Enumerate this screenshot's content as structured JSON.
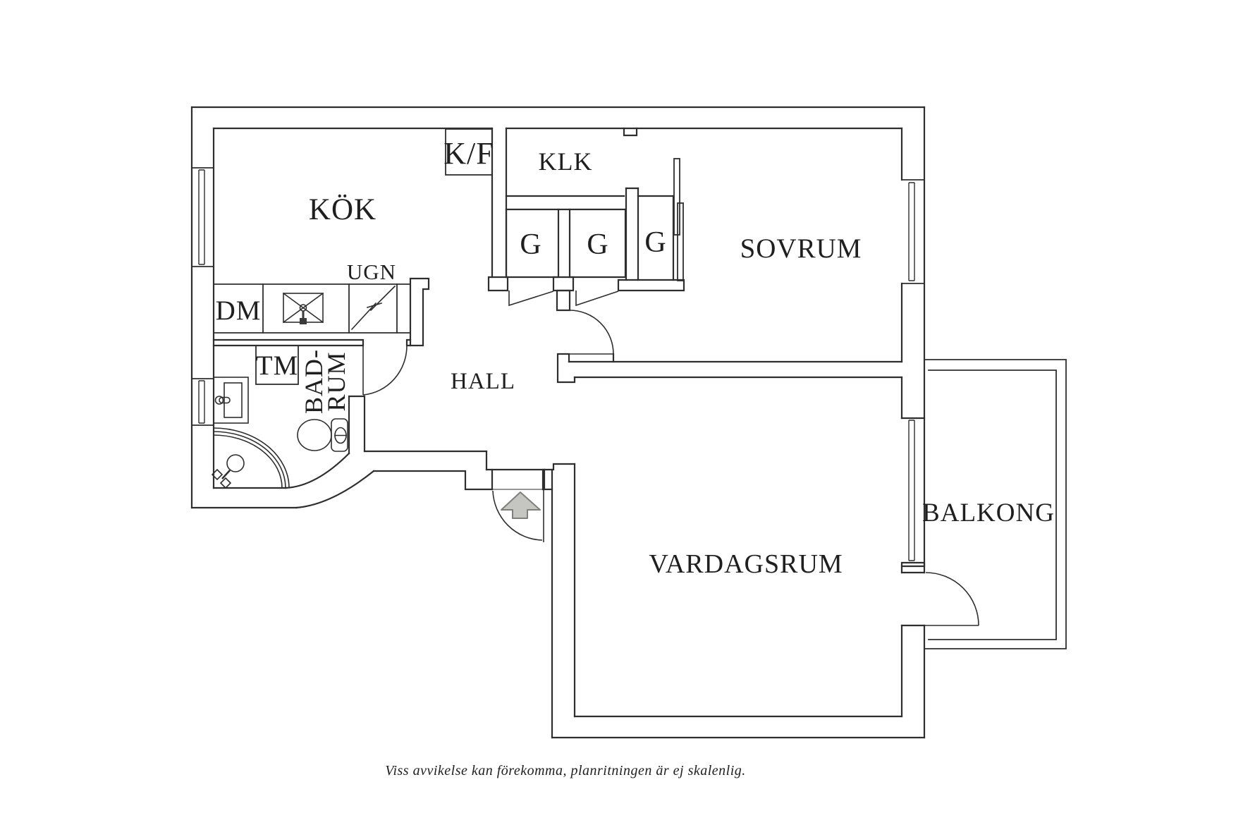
{
  "plan": {
    "labels": {
      "kitchen": "KÖK",
      "fridge_freezer": "K/F",
      "closet": "KLK",
      "wardrobe_1": "G",
      "wardrobe_2": "G",
      "wardrobe_3": "G",
      "bedroom": "SOVRUM",
      "oven": "UGN",
      "dishwasher": "DM",
      "washing_machine": "TM",
      "bathroom_line1": "BAD-",
      "bathroom_line2": "RUM",
      "hall": "HALL",
      "living_room": "VARDAGSRUM",
      "balcony": "BALKONG"
    },
    "caption": "Viss avvikelse kan förekomma, planritningen är ej skalenlig.",
    "colors": {
      "background": "#ffffff",
      "line": "#2e2e2e",
      "text": "#1f1f1f",
      "arrow_fill": "#c5c6c2",
      "arrow_stroke": "#7e807b"
    }
  }
}
